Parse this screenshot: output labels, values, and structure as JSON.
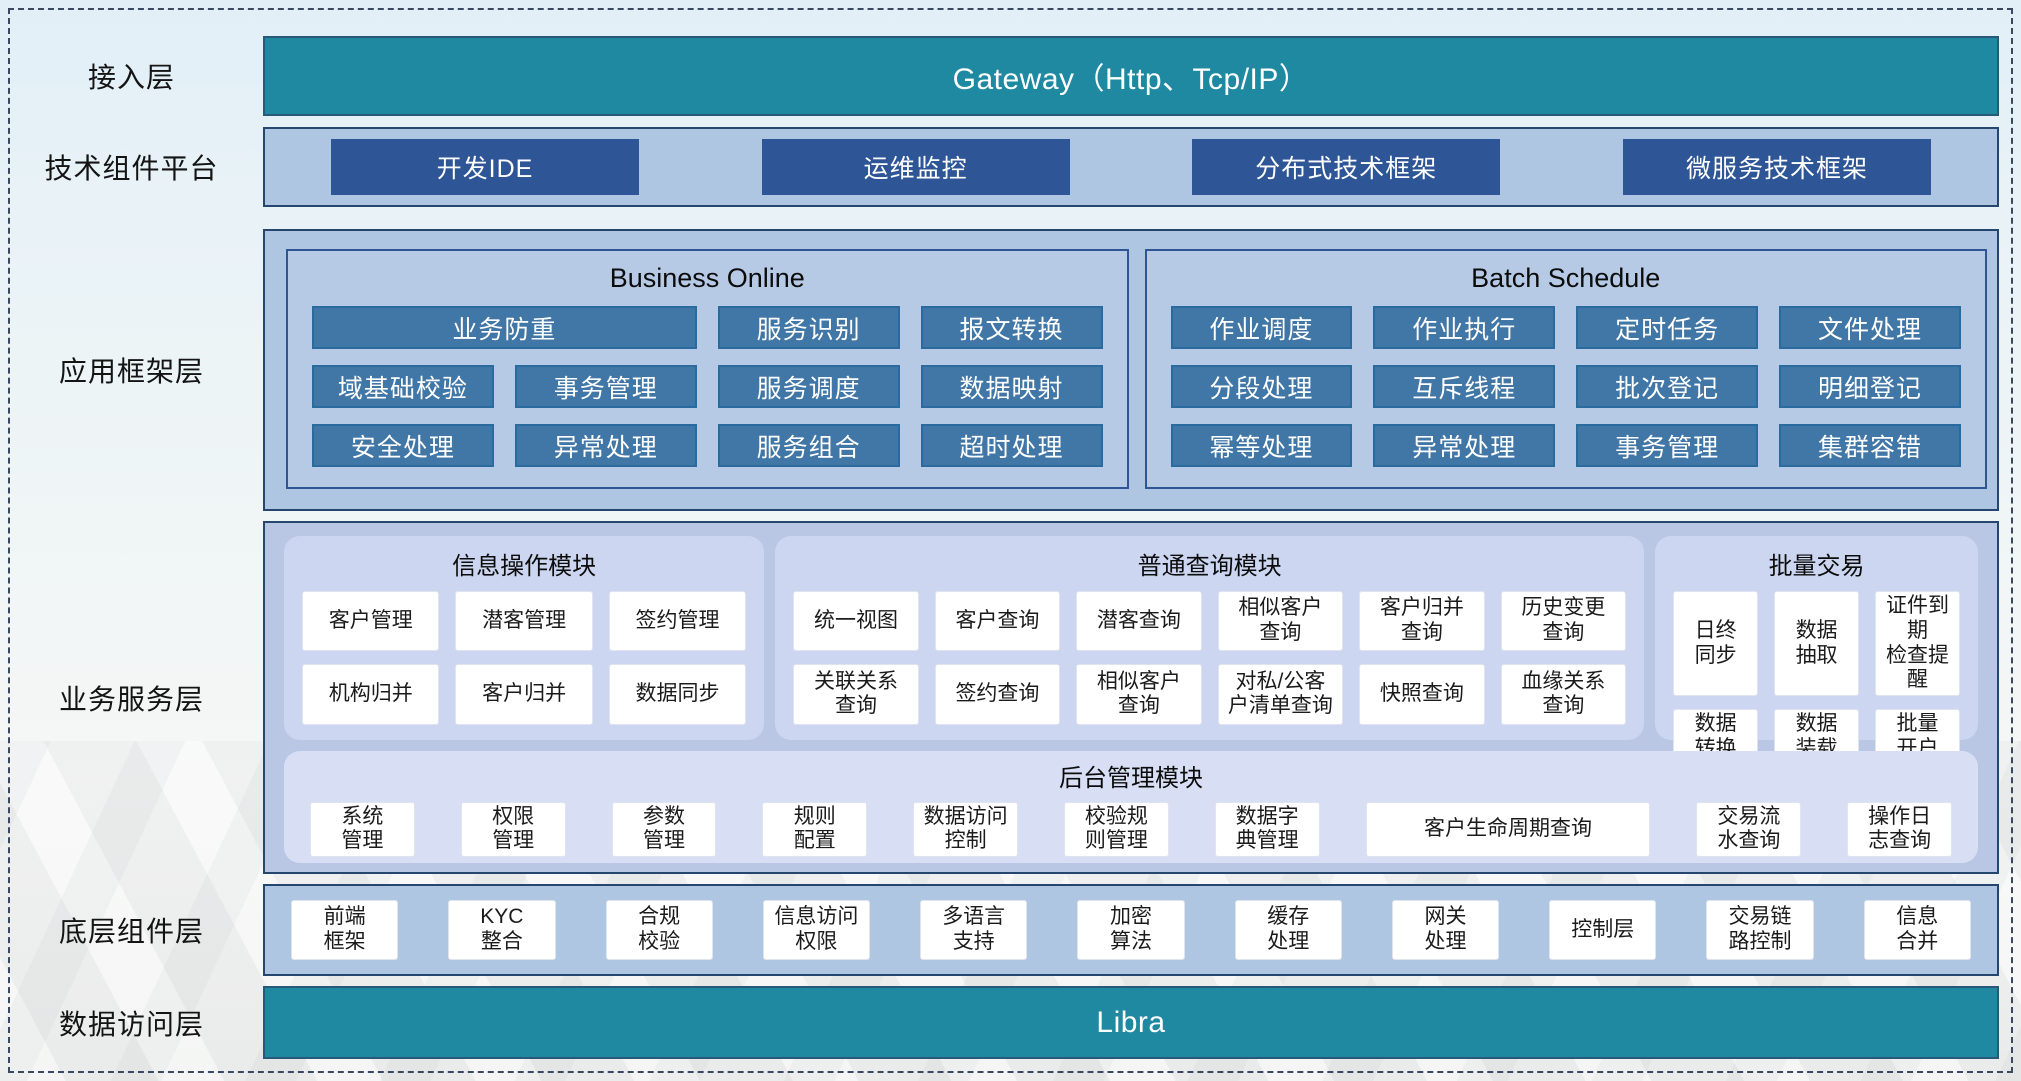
{
  "colors": {
    "teal": "#1e89a1",
    "navy": "#2e5697",
    "mid_blue": "#4177a7",
    "panel_light_blue": "#aec6e1",
    "panel_periwinkle": "#b9c6e4",
    "module_fill": "#ccd6f0",
    "admin_fill": "#d8dff4"
  },
  "layers": {
    "access": {
      "label": "接入层",
      "gateway": "Gateway（Http、Tcp/IP）"
    },
    "tech_platform": {
      "label": "技术组件平台",
      "items": [
        "开发IDE",
        "运维监控",
        "分布式技术框架",
        "微服务技术框架"
      ]
    },
    "app_framework": {
      "label": "应用框架层",
      "groups": [
        {
          "title": "Business Online",
          "rows": [
            [
              {
                "label": "业务防重",
                "span": 2
              },
              {
                "label": "服务识别",
                "span": 1
              },
              {
                "label": "报文转换",
                "span": 1
              }
            ],
            [
              {
                "label": "域基础校验",
                "span": 1
              },
              {
                "label": "事务管理",
                "span": 1
              },
              {
                "label": "服务调度",
                "span": 1
              },
              {
                "label": "数据映射",
                "span": 1
              }
            ],
            [
              {
                "label": "安全处理",
                "span": 1
              },
              {
                "label": "异常处理",
                "span": 1
              },
              {
                "label": "服务组合",
                "span": 1
              },
              {
                "label": "超时处理",
                "span": 1
              }
            ]
          ]
        },
        {
          "title": "Batch Schedule",
          "rows": [
            [
              {
                "label": "作业调度",
                "span": 1
              },
              {
                "label": "作业执行",
                "span": 1
              },
              {
                "label": "定时任务",
                "span": 1
              },
              {
                "label": "文件处理",
                "span": 1
              }
            ],
            [
              {
                "label": "分段处理",
                "span": 1
              },
              {
                "label": "互斥线程",
                "span": 1
              },
              {
                "label": "批次登记",
                "span": 1
              },
              {
                "label": "明细登记",
                "span": 1
              }
            ],
            [
              {
                "label": "幂等处理",
                "span": 1
              },
              {
                "label": "异常处理",
                "span": 1
              },
              {
                "label": "事务管理",
                "span": 1
              },
              {
                "label": "集群容错",
                "span": 1
              }
            ]
          ]
        }
      ]
    },
    "business_service": {
      "label": "业务服务层",
      "modules": [
        {
          "title": "信息操作模块",
          "cols": 3,
          "flex": 4.8,
          "items": [
            "客户管理",
            "潜客管理",
            "签约管理",
            "机构归并",
            "客户归并",
            "数据同步"
          ]
        },
        {
          "title": "普通查询模块",
          "cols": 6,
          "flex": 9.0,
          "items": [
            "统一视图",
            "客户查询",
            "潜客查询",
            "相似客户\n查询",
            "客户归并\n查询",
            "历史变更\n查询",
            "关联关系\n查询",
            "签约查询",
            "相似客户\n查询",
            "对私/公客\n户清单查询",
            "快照查询",
            "血缘关系\n查询"
          ]
        },
        {
          "title": "批量交易",
          "cols": 3,
          "flex": 3.1,
          "items": [
            "日终\n同步",
            "数据\n抽取",
            "证件到期\n检查提醒",
            "数据\n转换",
            "数据\n装载",
            "批量\n开户"
          ]
        }
      ],
      "admin": {
        "title": "后台管理模块",
        "items": [
          {
            "label": "系统\n管理"
          },
          {
            "label": "权限\n管理"
          },
          {
            "label": "参数\n管理"
          },
          {
            "label": "规则\n配置"
          },
          {
            "label": "数据访问\n控制"
          },
          {
            "label": "校验规\n则管理"
          },
          {
            "label": "数据字\n典管理"
          },
          {
            "label": "客户生命周期查询",
            "wide": true
          },
          {
            "label": "交易流\n水查询"
          },
          {
            "label": "操作日\n志查询"
          }
        ]
      }
    },
    "base_components": {
      "label": "底层组件层",
      "items": [
        "前端\n框架",
        "KYC\n整合",
        "合规\n校验",
        "信息访问\n权限",
        "多语言\n支持",
        "加密\n算法",
        "缓存\n处理",
        "网关\n处理",
        "控制层",
        "交易链\n路控制",
        "信息\n合并"
      ]
    },
    "data_access": {
      "label": "数据访问层",
      "bar": "Libra"
    }
  }
}
